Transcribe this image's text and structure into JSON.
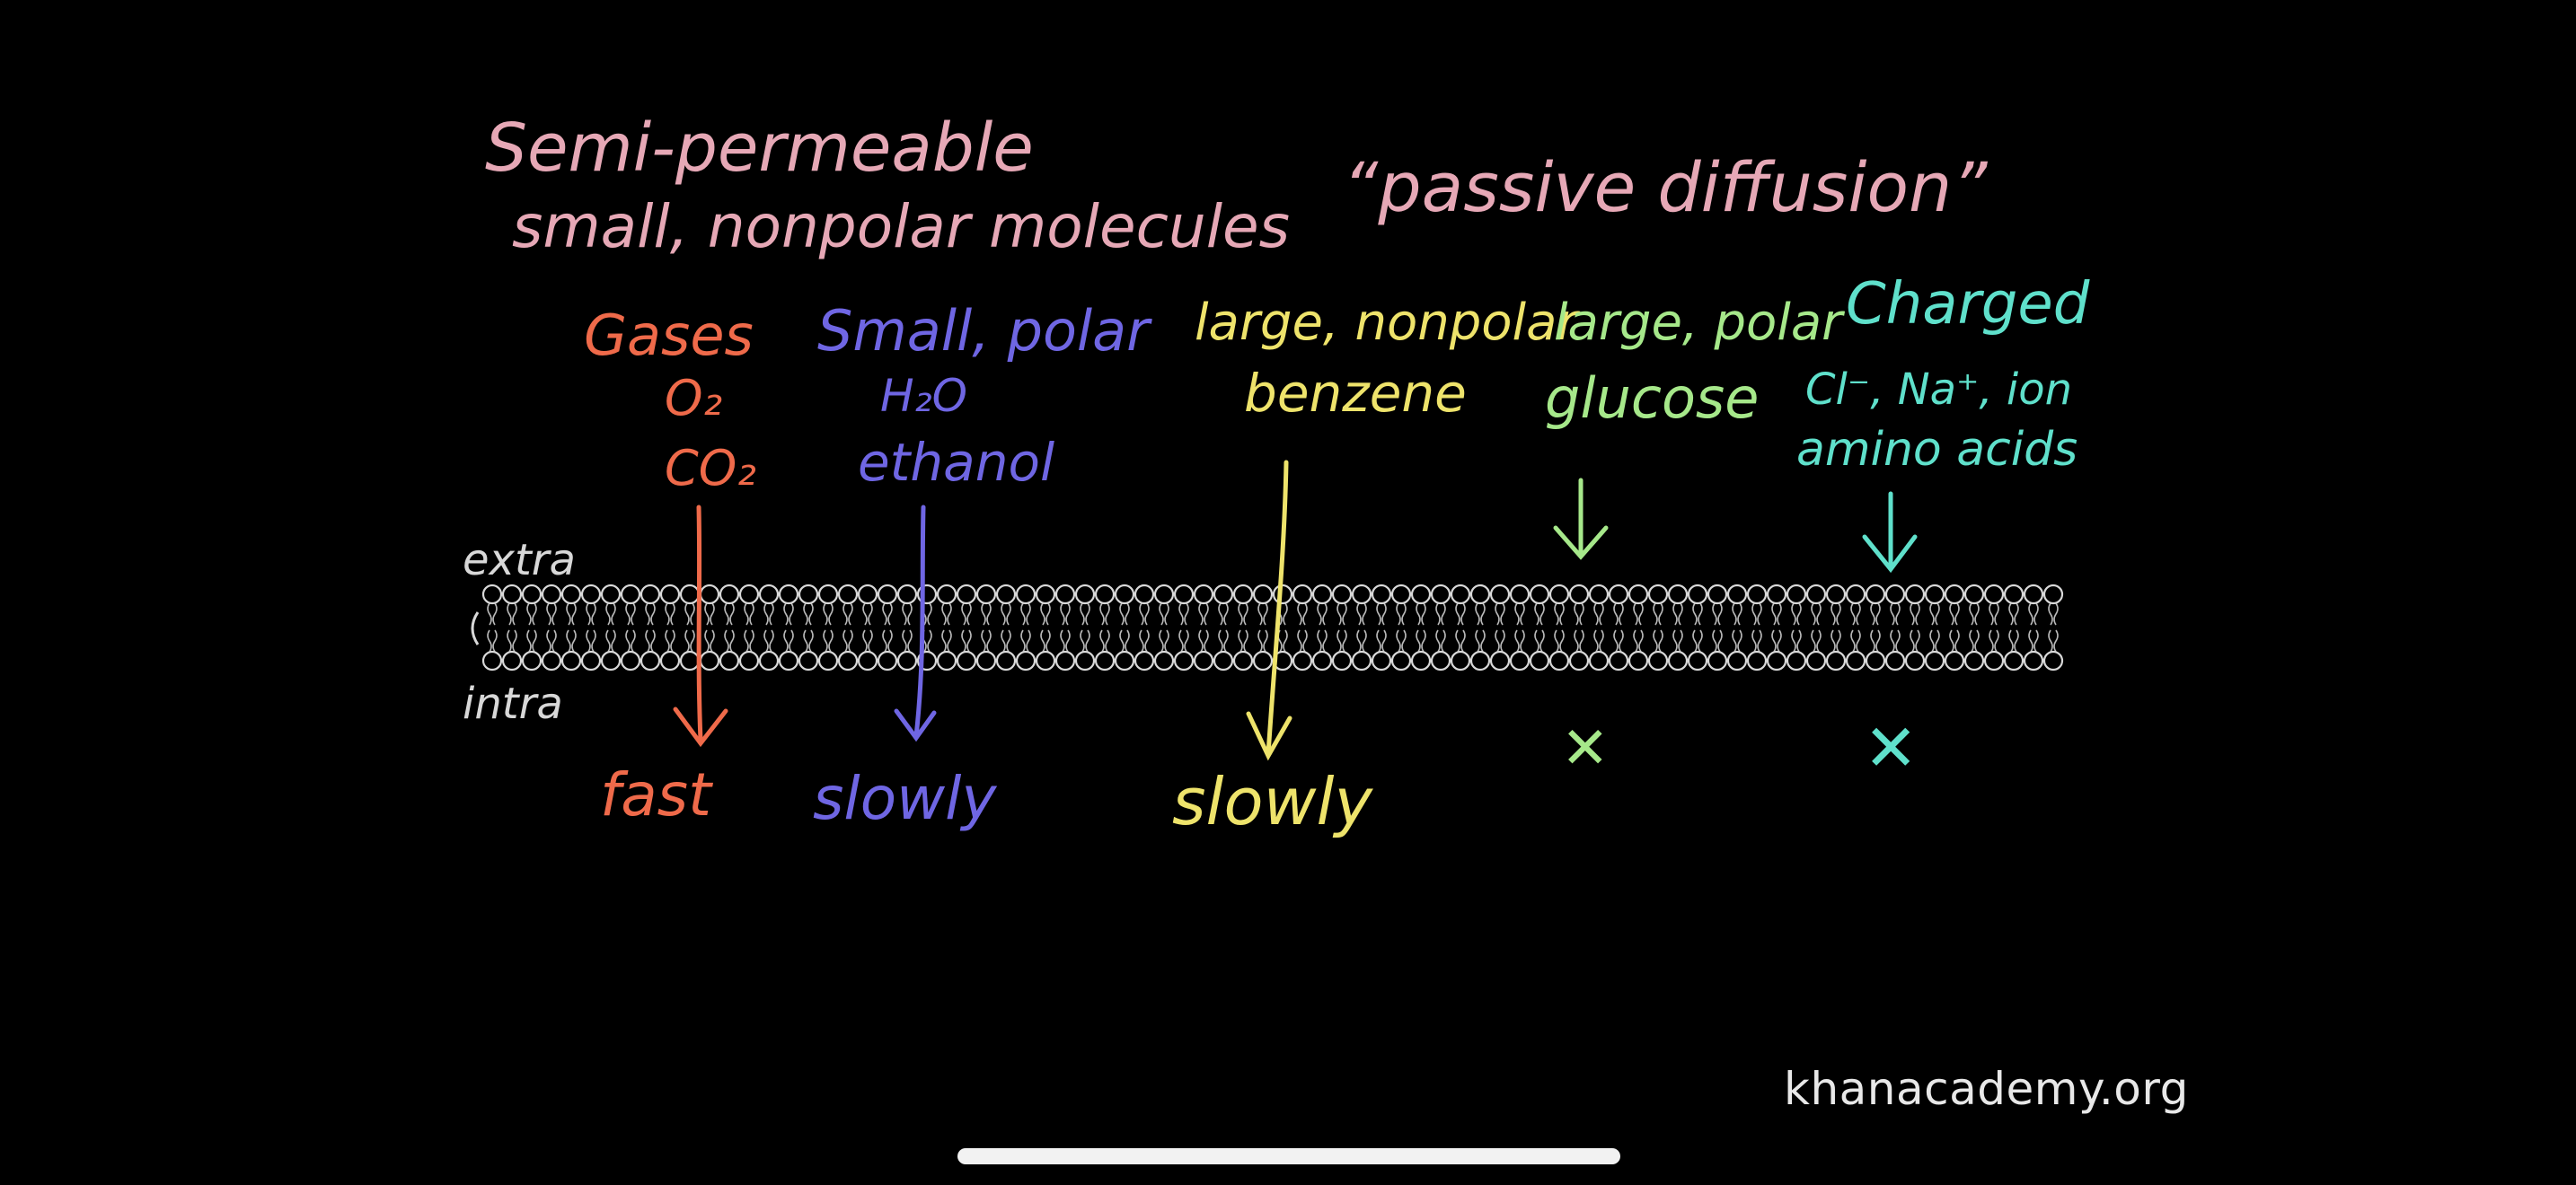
{
  "colors": {
    "background": "#000000",
    "pink": "#e6a8b6",
    "orange": "#ef6a4a",
    "purple": "#6f66e3",
    "yellow": "#eee36b",
    "green": "#a6e88a",
    "teal": "#5fe0cb",
    "membrane": "#d8d8d8",
    "watermark": "#e8e8e8"
  },
  "header": {
    "line1": "Semi-permeable",
    "line2": "small, nonpolar molecules",
    "quote": "“passive diffusion”"
  },
  "side_labels": {
    "extra": "extra",
    "intra": "intra"
  },
  "columns": [
    {
      "heading": "Gases",
      "examples": [
        "O₂",
        "CO₂"
      ],
      "result": "fast",
      "color": "orange",
      "passes": true
    },
    {
      "heading": "Small, polar",
      "examples": [
        "H₂O",
        "ethanol"
      ],
      "result": "slowly",
      "color": "purple",
      "passes": true
    },
    {
      "heading": "large, nonpolar",
      "examples": [
        "benzene"
      ],
      "result": "slowly",
      "color": "yellow",
      "passes": true
    },
    {
      "heading": "large, polar",
      "examples": [
        "glucose"
      ],
      "result": "✕",
      "color": "green",
      "passes": false
    },
    {
      "heading": "Charged",
      "examples": [
        "Cl⁻, Na⁺, ion",
        "amino acids"
      ],
      "result": "✕",
      "color": "teal",
      "passes": false
    }
  ],
  "watermark": "khanacademy.org"
}
